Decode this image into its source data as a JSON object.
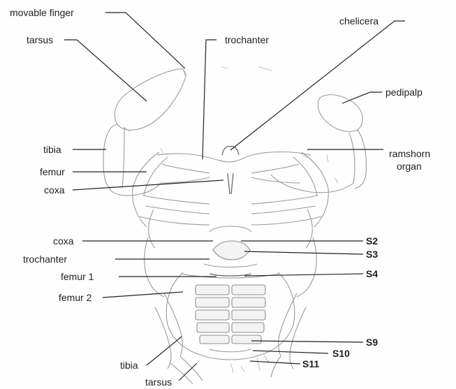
{
  "labels": {
    "movable_finger": "movable finger",
    "tarsus_top": "tarsus",
    "trochanter_top": "trochanter",
    "chelicera": "chelicera",
    "pedipalp": "pedipalp",
    "tibia_top": "tibia",
    "ramshorn_1": "ramshorn",
    "ramshorn_2": "organ",
    "femur_top": "femur",
    "coxa_top": "coxa",
    "coxa_mid": "coxa",
    "s2": "S2",
    "trochanter_mid": "trochanter",
    "s3": "S3",
    "femur_1": "femur 1",
    "s4": "S4",
    "femur_2": "femur 2",
    "s9": "S9",
    "tibia_bottom": "tibia",
    "s10": "S10",
    "s11": "S11",
    "tarsus_bottom": "tarsus"
  }
}
